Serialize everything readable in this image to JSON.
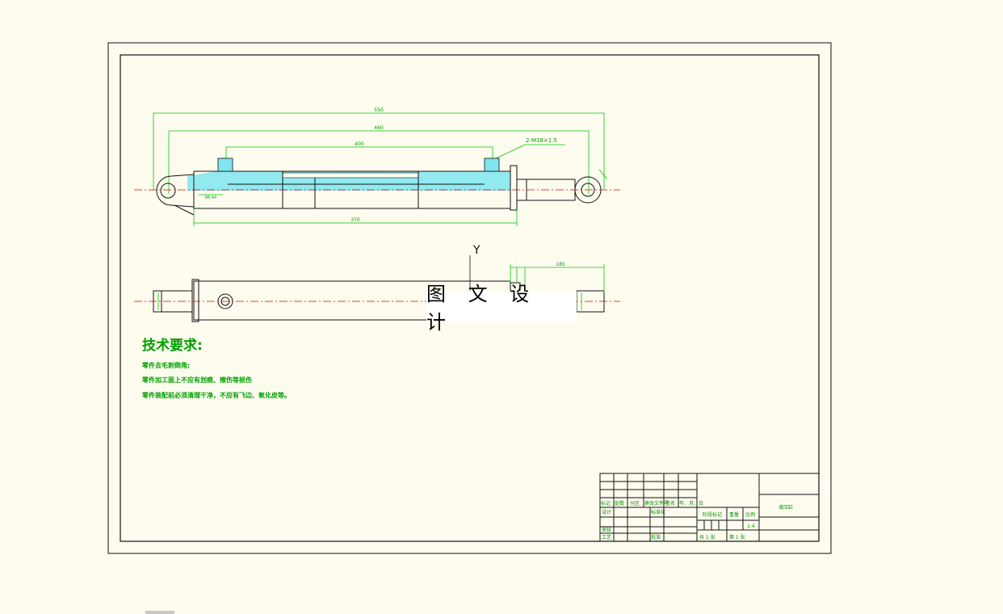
{
  "watermark": "图 文 设 计",
  "front_view": {
    "dimensions": [
      "550",
      "460",
      "400",
      "66.44",
      "370"
    ],
    "hole_callout": "2-M18×1.5"
  },
  "top_view": {
    "axis_label": "Y",
    "dimensions": [
      "185"
    ]
  },
  "requirements": {
    "title": "技术要求:",
    "lines": [
      "零件去毛刺倒角;",
      "零件加工面上不应有划痕、擦伤等损伤",
      "零件装配前必须清理干净，不应有飞边、氧化皮等。"
    ]
  },
  "title_block": {
    "drawing_name": "液压缸",
    "row_headers": [
      "标记",
      "处数",
      "分区",
      "更改文件号",
      "签名",
      "年、月、日"
    ],
    "cells": {
      "design": "设计",
      "standardization": "标准化",
      "stage_mark": "阶段标记",
      "weight": "重量",
      "scale": "比例",
      "scale_value": "1:4",
      "review": "审核",
      "process": "工艺",
      "approve": "批准",
      "sheets": "共 1 张",
      "sheet_no": "第 1 张"
    }
  },
  "colors": {
    "background": "#fefcef",
    "dimension_green": "#00c800",
    "centerline_red": "#e00000",
    "section_hatch": "#7fe6f0"
  }
}
